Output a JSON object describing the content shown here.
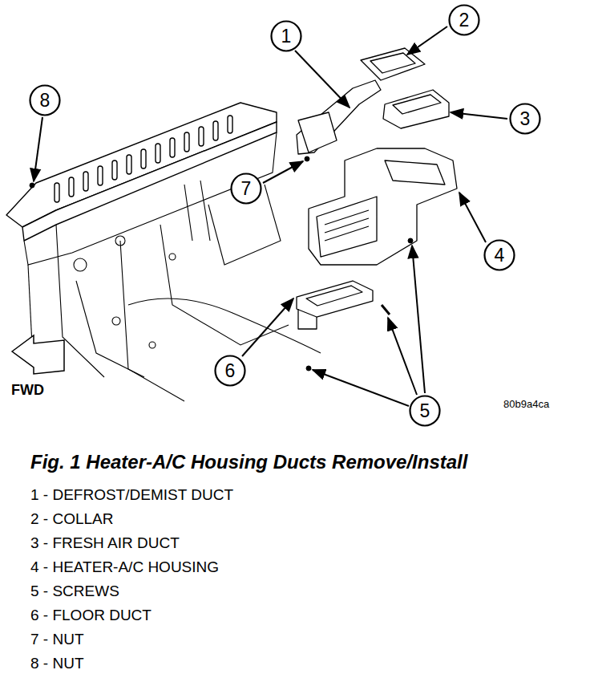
{
  "diagram": {
    "caption": "Fig. 1 Heater-A/C Housing Ducts Remove/Install",
    "nodes": [
      {
        "text": [
          "2"
        ]
      },
      {
        "text": [
          "1"
        ]
      },
      {
        "text": [
          "8"
        ]
      },
      {
        "text": [
          "3"
        ]
      },
      {
        "text": [
          "7"
        ]
      },
      {
        "text": [
          "4"
        ]
      },
      {
        "text": [
          "6"
        ]
      },
      {
        "text": [
          "5"
        ]
      }
    ],
    "labels": [
      "FWD",
      "80b9a4ca",
      "1 - DEFROST/DEMIST DUCT",
      "2 - COLLAR",
      "3 - FRESH AIR DUCT",
      "4 - HEATER-A/C HOUSING",
      "5 - SCREWS",
      "6 - FLOOR DUCT",
      "7 - NUT",
      "8 - NUT"
    ]
  }
}
